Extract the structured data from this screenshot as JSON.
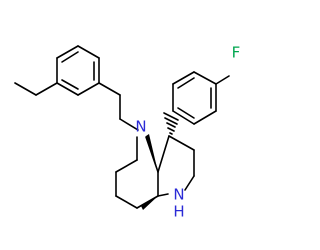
{
  "molecule": {
    "atoms": {
      "fluorine": {
        "symbol": "F",
        "color": "#00a64f"
      },
      "ring_nitrogen": {
        "symbol": "N",
        "color": "#2a2ad6"
      },
      "amine_nitrogen": {
        "symbol": "N",
        "color": "#2a2ad6"
      },
      "amine_hydrogen": {
        "symbol": "H",
        "color": "#2a2ad6"
      }
    },
    "stereo": {
      "hashed_bond_to_aryl": true,
      "bold_wedge_at_ring_fusion_top": true,
      "bold_wedge_at_ring_fusion_bottom": true
    }
  }
}
